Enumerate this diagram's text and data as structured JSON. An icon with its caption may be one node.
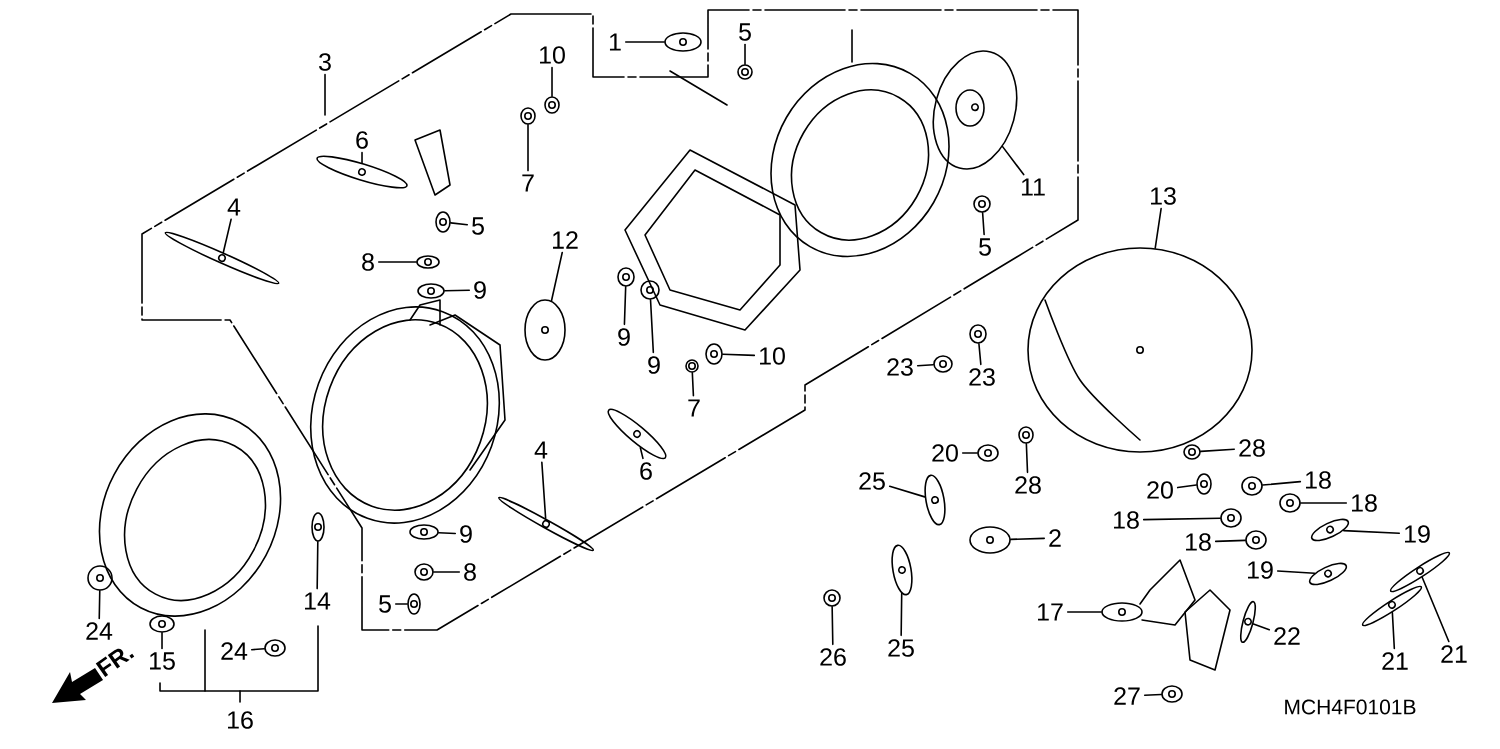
{
  "diagram": {
    "nodes": [
      {
        "text": [
          "1"
        ]
      },
      {
        "text": [
          "5"
        ]
      },
      {
        "text": [
          "10"
        ]
      },
      {
        "text": [
          "3"
        ]
      },
      {
        "text": [
          "6"
        ]
      },
      {
        "text": [
          "7"
        ]
      },
      {
        "text": [
          "4"
        ]
      },
      {
        "text": [
          "5"
        ]
      },
      {
        "text": [
          "12"
        ]
      },
      {
        "text": [
          "8"
        ]
      },
      {
        "text": [
          "9"
        ]
      },
      {
        "text": [
          "9"
        ]
      },
      {
        "text": [
          "9"
        ]
      },
      {
        "text": [
          "10"
        ]
      },
      {
        "text": [
          "7"
        ]
      },
      {
        "text": [
          "11"
        ]
      },
      {
        "text": [
          "5"
        ]
      },
      {
        "text": [
          "13"
        ]
      },
      {
        "text": [
          "23"
        ]
      },
      {
        "text": [
          "23"
        ]
      },
      {
        "text": [
          "20"
        ]
      },
      {
        "text": [
          "28"
        ]
      },
      {
        "text": [
          "28"
        ]
      },
      {
        "text": [
          "20"
        ]
      },
      {
        "text": [
          "25"
        ]
      },
      {
        "text": [
          "18"
        ]
      },
      {
        "text": [
          "18"
        ]
      },
      {
        "text": [
          "18"
        ]
      },
      {
        "text": [
          "18"
        ]
      },
      {
        "text": [
          "19"
        ]
      },
      {
        "text": [
          "19"
        ]
      },
      {
        "text": [
          "2"
        ]
      },
      {
        "text": [
          "17"
        ]
      },
      {
        "text": [
          "22"
        ]
      },
      {
        "text": [
          "26"
        ]
      },
      {
        "text": [
          "25"
        ]
      },
      {
        "text": [
          "21"
        ]
      },
      {
        "text": [
          "21"
        ]
      },
      {
        "text": [
          "27"
        ]
      },
      {
        "text": [
          "4"
        ]
      },
      {
        "text": [
          "6"
        ]
      },
      {
        "text": [
          "9"
        ]
      },
      {
        "text": [
          "8"
        ]
      },
      {
        "text": [
          "5"
        ]
      },
      {
        "text": [
          "14"
        ]
      },
      {
        "text": [
          "24"
        ]
      },
      {
        "text": [
          "15"
        ]
      },
      {
        "text": [
          "24"
        ]
      },
      {
        "text": [],
        "shape": "picture"
      },
      {
        "text": [],
        "shape": "picture"
      },
      {
        "text": [],
        "shape": "picture"
      },
      {
        "text": [],
        "shape": "picture"
      },
      {
        "text": [],
        "shape": "picture"
      },
      {
        "text": [],
        "shape": "picture"
      },
      {
        "text": [],
        "shape": "picture"
      },
      {
        "text": [],
        "shape": "picture"
      },
      {
        "text": [],
        "shape": "picture"
      },
      {
        "text": [],
        "shape": "picture"
      },
      {
        "text": [],
        "shape": "picture"
      },
      {
        "text": [],
        "shape": "picture"
      },
      {
        "text": [],
        "shape": "picture"
      },
      {
        "text": [],
        "shape": "picture"
      },
      {
        "text": [],
        "shape": "picture"
      },
      {
        "text": [],
        "shape": "picture"
      },
      {
        "text": [],
        "shape": "picture"
      },
      {
        "text": [],
        "shape": "picture"
      },
      {
        "text": [],
        "shape": "picture"
      },
      {
        "text": [],
        "shape": "picture"
      },
      {
        "text": [],
        "shape": "picture"
      },
      {
        "text": [],
        "shape": "picture"
      },
      {
        "text": [],
        "shape": "picture"
      },
      {
        "text": [],
        "shape": "picture"
      },
      {
        "text": [],
        "shape": "picture"
      },
      {
        "text": [],
        "shape": "picture"
      },
      {
        "text": [],
        "shape": "picture"
      },
      {
        "text": [],
        "shape": "picture"
      },
      {
        "text": [],
        "shape": "picture"
      },
      {
        "text": [],
        "shape": "picture"
      },
      {
        "text": [],
        "shape": "picture"
      },
      {
        "text": [],
        "shape": "picture"
      },
      {
        "text": [],
        "shape": "picture"
      },
      {
        "text": [],
        "shape": "picture"
      },
      {
        "text": [],
        "shape": "picture"
      },
      {
        "text": [],
        "shape": "picture"
      },
      {
        "text": [],
        "shape": "picture"
      },
      {
        "text": [],
        "shape": "picture"
      },
      {
        "text": [],
        "shape": "picture"
      },
      {
        "text": [],
        "shape": "picture"
      },
      {
        "text": [],
        "shape": "picture"
      },
      {
        "text": [],
        "shape": "picture"
      },
      {
        "text": [],
        "shape": "picture"
      },
      {
        "text": [],
        "shape": "picture"
      },
      {
        "text": [],
        "shape": "picture"
      },
      {
        "text": [],
        "shape": "picture"
      },
      {
        "text": [],
        "shape": "picture"
      }
    ],
    "edges": [
      {
        "from": 0,
        "to": 48,
        "arrow": "none"
      },
      {
        "from": 1,
        "to": 49,
        "arrow": "none"
      },
      {
        "from": 2,
        "to": 50,
        "arrow": "none"
      },
      {
        "from": 3,
        "to": null,
        "arrow": "none"
      },
      {
        "from": 4,
        "to": 51,
        "arrow": "none"
      },
      {
        "from": 5,
        "to": 52,
        "arrow": "none"
      },
      {
        "from": 6,
        "to": 53,
        "arrow": "none"
      },
      {
        "from": 7,
        "to": 54,
        "arrow": "none"
      },
      {
        "from": 8,
        "to": 55,
        "arrow": "none"
      },
      {
        "from": 9,
        "to": 56,
        "arrow": "none"
      },
      {
        "from": 10,
        "to": 57,
        "arrow": "none"
      },
      {
        "from": 11,
        "to": 58,
        "arrow": "none"
      },
      {
        "from": 12,
        "to": 59,
        "arrow": "none"
      },
      {
        "from": 13,
        "to": 60,
        "arrow": "none"
      },
      {
        "from": 14,
        "to": 61,
        "arrow": "none"
      },
      {
        "from": 15,
        "to": 62,
        "arrow": "none"
      },
      {
        "from": 16,
        "to": 63,
        "arrow": "none"
      },
      {
        "from": 17,
        "to": 64,
        "arrow": "none"
      },
      {
        "from": 18,
        "to": 65,
        "arrow": "none"
      },
      {
        "from": 19,
        "to": 66,
        "arrow": "none"
      },
      {
        "from": 20,
        "to": 67,
        "arrow": "none"
      },
      {
        "from": 21,
        "to": 68,
        "arrow": "none"
      },
      {
        "from": 22,
        "to": 69,
        "arrow": "none"
      },
      {
        "from": 23,
        "to": 70,
        "arrow": "none"
      },
      {
        "from": 24,
        "to": 71,
        "arrow": "none"
      },
      {
        "from": 25,
        "to": 72,
        "arrow": "none"
      },
      {
        "from": 26,
        "to": 73,
        "arrow": "none"
      },
      {
        "from": 27,
        "to": 74,
        "arrow": "none"
      },
      {
        "from": 28,
        "to": 75,
        "arrow": "none"
      },
      {
        "from": 29,
        "to": 76,
        "arrow": "none"
      },
      {
        "from": 30,
        "to": 77,
        "arrow": "none"
      },
      {
        "from": 31,
        "to": 78,
        "arrow": "none"
      },
      {
        "from": 32,
        "to": 79,
        "arrow": "none"
      },
      {
        "from": 33,
        "to": 80,
        "arrow": "none"
      },
      {
        "from": 34,
        "to": 81,
        "arrow": "none"
      },
      {
        "from": 35,
        "to": 82,
        "arrow": "none"
      },
      {
        "from": 36,
        "to": 83,
        "arrow": "none"
      },
      {
        "from": 37,
        "to": 84,
        "arrow": "none"
      },
      {
        "from": 38,
        "to": 85,
        "arrow": "none"
      },
      {
        "from": 39,
        "to": 86,
        "arrow": "none"
      },
      {
        "from": 40,
        "to": 87,
        "arrow": "none"
      },
      {
        "from": 41,
        "to": 88,
        "arrow": "none"
      },
      {
        "from": 42,
        "to": 89,
        "arrow": "none"
      },
      {
        "from": 43,
        "to": 90,
        "arrow": "none"
      },
      {
        "from": 44,
        "to": 91,
        "arrow": "none"
      },
      {
        "from": 45,
        "to": 92,
        "arrow": "none"
      },
      {
        "from": 46,
        "to": 93,
        "arrow": "none"
      },
      {
        "from": 47,
        "to": 94,
        "arrow": "none"
      }
    ],
    "labels": [
      "16",
      "FR.",
      "MCH4F0101B"
    ]
  }
}
